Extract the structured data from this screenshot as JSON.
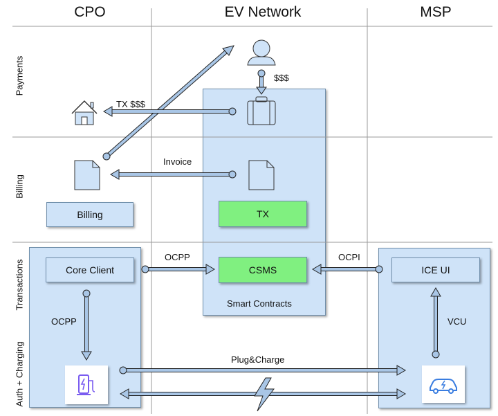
{
  "columns": {
    "cpo": "CPO",
    "ev_network": "EV Network",
    "msp": "MSP"
  },
  "rows": {
    "payments": "Payments",
    "billing": "Billing",
    "transactions": "Transactions",
    "auth_charging": "Auth + Charging"
  },
  "boxes": {
    "billing": "Billing",
    "tx": "TX",
    "core_client": "Core Client",
    "csms": "CSMS",
    "ice_ui": "ICE UI",
    "smart_contracts": "Smart Contracts"
  },
  "arrows": {
    "dollars": "$$$",
    "tx_dollars": "TX $$$",
    "invoice": "Invoice",
    "ocpp_top": "OCPP",
    "ocpi": "OCPI",
    "ocpp_side": "OCPP",
    "vcu": "VCU",
    "plug_charge": "Plug&Charge"
  },
  "icons": [
    "user-icon",
    "briefcase-icon",
    "house-icon",
    "document-icon",
    "charging-station-icon",
    "electric-car-icon",
    "lightning-icon"
  ],
  "colors": {
    "panel": "#cfe3f8",
    "highlight": "#80f080",
    "arrow": "#a9c6e6",
    "charger": "#7a5cf0",
    "car": "#3a7de0"
  }
}
